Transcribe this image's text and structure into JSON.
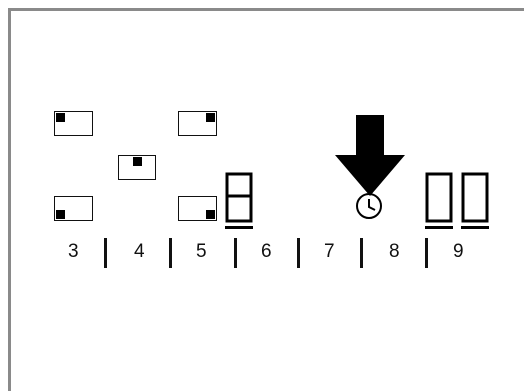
{
  "display": {
    "zones": [
      {
        "name": "top-left",
        "active_corner": "top-left"
      },
      {
        "name": "top-right",
        "active_corner": "top-right"
      },
      {
        "name": "center",
        "active_corner": "top-center"
      },
      {
        "name": "bottom-left",
        "active_corner": "bottom-left"
      },
      {
        "name": "bottom-right",
        "active_corner": "bottom-right"
      }
    ],
    "power_level": "8",
    "timer_minutes": [
      "0",
      "0"
    ],
    "timer_icon": "clock-icon",
    "indicator": "down-arrow-icon"
  },
  "scale": {
    "labels": [
      "3",
      "4",
      "5",
      "6",
      "7",
      "8",
      "9"
    ]
  }
}
